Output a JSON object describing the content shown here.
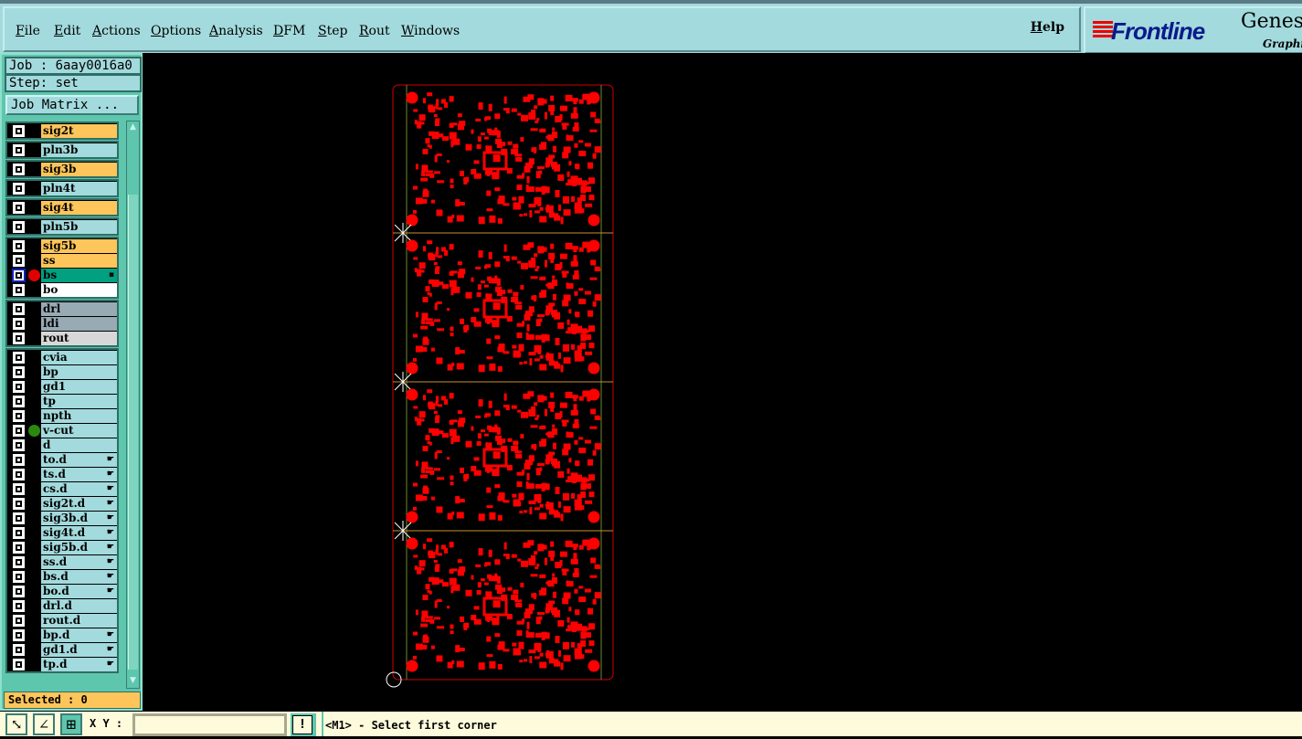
{
  "menu": [
    "File",
    "Edit",
    "Actions",
    "Options",
    "Analysis",
    "DFM",
    "Step",
    "Rout",
    "Windows"
  ],
  "help": "Help",
  "logo": {
    "brand": "Frontline",
    "product": "Genesis",
    "sub": "Graphic"
  },
  "job": "Job : 6aay0016a0",
  "step": "Step: set",
  "job_matrix": "Job Matrix ...",
  "layers": [
    {
      "name": "sig2t",
      "color": "#fdc55a"
    },
    {
      "name": "pln3b",
      "color": "#a3dadd"
    },
    {
      "name": "sig3b",
      "color": "#fdc55a"
    },
    {
      "name": "pln4t",
      "color": "#a3dadd"
    },
    {
      "name": "sig4t",
      "color": "#fdc55a"
    },
    {
      "name": "pln5b",
      "color": "#a3dadd"
    },
    {
      "name": "sig5b",
      "color": "#fdc55a"
    },
    {
      "name": "ss",
      "color": "#fdc55a"
    },
    {
      "name": "bs",
      "color": "#00a080",
      "active": true,
      "dot": "#e00000"
    },
    {
      "name": "bo",
      "color": "#ffffff"
    },
    {
      "name": "drl",
      "color": "#98aab4"
    },
    {
      "name": "ldi",
      "color": "#98aab4"
    },
    {
      "name": "rout",
      "color": "#d8d8d8"
    },
    {
      "name": "cvia"
    },
    {
      "name": "bp"
    },
    {
      "name": "gd1"
    },
    {
      "name": "tp"
    },
    {
      "name": "npth"
    },
    {
      "name": "v-cut",
      "dot": "#2a8a10"
    },
    {
      "name": "d"
    },
    {
      "name": "to.d",
      "m": 1
    },
    {
      "name": "ts.d",
      "m": 1
    },
    {
      "name": "cs.d",
      "m": 1
    },
    {
      "name": "sig2t.d",
      "m": 1
    },
    {
      "name": "sig3b.d",
      "m": 1
    },
    {
      "name": "sig4t.d",
      "m": 1
    },
    {
      "name": "sig5b.d",
      "m": 1
    },
    {
      "name": "ss.d",
      "m": 1
    },
    {
      "name": "bs.d",
      "m": 1
    },
    {
      "name": "bo.d",
      "m": 1
    },
    {
      "name": "drl.d"
    },
    {
      "name": "rout.d"
    },
    {
      "name": "bp.d",
      "m": 1
    },
    {
      "name": "gd1.d",
      "m": 1
    },
    {
      "name": "tp.d",
      "m": 1
    }
  ],
  "selected": "Selected : 0",
  "xy_label": "X Y :",
  "xy_value": "",
  "message": "<M1> - Select first corner",
  "colors": {
    "copper": "#ff0000",
    "profile": "#d00000",
    "vcut": "#c89030"
  }
}
